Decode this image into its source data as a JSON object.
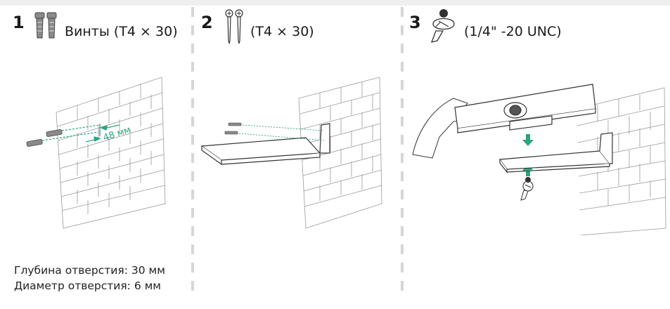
{
  "steps": [
    {
      "number": "1",
      "label": "Винты (T4 × 30)",
      "icon": "wall-anchor-icon"
    },
    {
      "number": "2",
      "label": "(T4 × 30)",
      "icon": "screws-icon"
    },
    {
      "number": "3",
      "label": "(1/4\" -20 UNC)",
      "icon": "thumb-screw-icon"
    }
  ],
  "step1": {
    "dimension_label": "48 мм",
    "notes": [
      "Глубина отверстия: 30 мм",
      "Диаметр отверстия: 6 мм"
    ]
  },
  "colors": {
    "accent": "#2aa57a",
    "line": "#555555",
    "brick": "#9a9a9a"
  }
}
